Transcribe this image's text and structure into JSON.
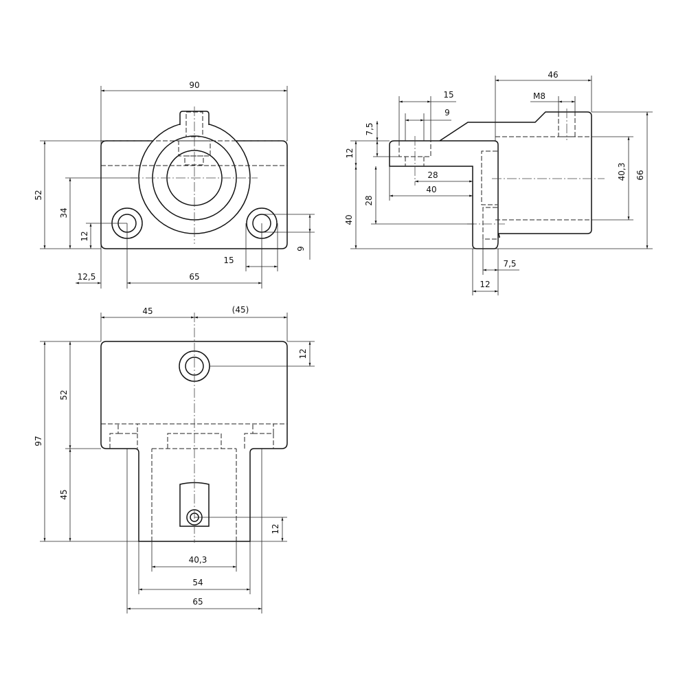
{
  "front_view": {
    "dims": {
      "width_90": "90",
      "height_52": "52",
      "height_34": "34",
      "height_12": "12",
      "offset_12_5": "12,5",
      "spacing_65": "65",
      "hole_15": "15",
      "hole_9": "9"
    }
  },
  "side_view": {
    "dims": {
      "d15": "15",
      "d9": "9",
      "d7_5_top": "7,5",
      "d12_left": "12",
      "d28_h": "28",
      "d40_h": "40",
      "d28_v": "28",
      "d40_v": "40",
      "d46": "46",
      "m8": "M8",
      "d40_3": "40,3",
      "d66": "66",
      "d7_5_bottom": "7,5",
      "d12_bottom": "12"
    }
  },
  "top_view": {
    "dims": {
      "d45": "45",
      "d45_ref": "(45)",
      "d12_top": "12",
      "d97": "97",
      "d52": "52",
      "d45_v": "45",
      "d12_bottom": "12",
      "d40_3": "40,3",
      "d54": "54",
      "d65": "65"
    }
  }
}
